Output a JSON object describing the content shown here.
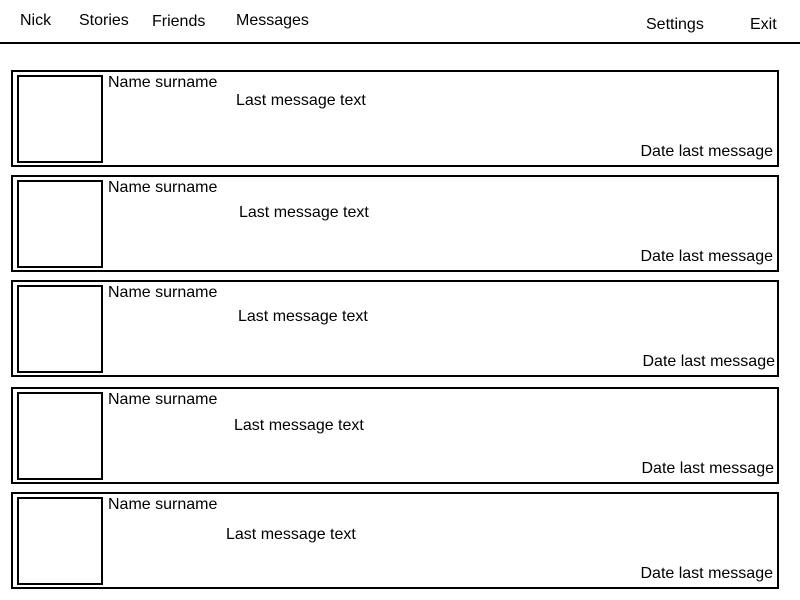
{
  "nav": {
    "nick": "Nick",
    "stories": "Stories",
    "friends": "Friends",
    "messages": "Messages",
    "settings": "Settings",
    "exit": "Exit"
  },
  "conversations": [
    {
      "name": "Name surname",
      "last_message": "Last message text",
      "date": "Date last message"
    },
    {
      "name": "Name surname",
      "last_message": "Last message text",
      "date": "Date last message"
    },
    {
      "name": "Name surname",
      "last_message": "Last message text",
      "date": "Date last message"
    },
    {
      "name": "Name surname",
      "last_message": "Last message text",
      "date": "Date last message"
    },
    {
      "name": "Name surname",
      "last_message": "Last message text",
      "date": "Date last message"
    }
  ]
}
